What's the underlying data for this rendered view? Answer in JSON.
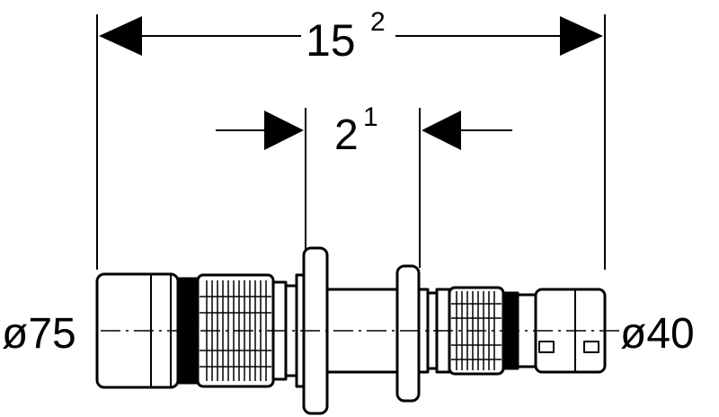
{
  "dimensions": {
    "overall": {
      "value": "15",
      "superscript": "2"
    },
    "gap": {
      "value": "2",
      "superscript": "1"
    },
    "left_diameter": "ø75",
    "right_diameter": "ø40"
  },
  "colors": {
    "line": "#000000",
    "background": "#ffffff"
  }
}
